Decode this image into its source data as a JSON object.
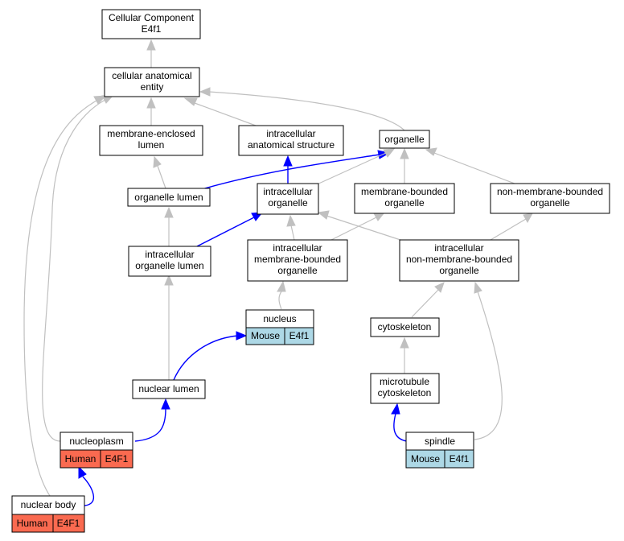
{
  "nodes": {
    "cc": [
      "Cellular Component",
      "E4f1"
    ],
    "cae": [
      "cellular anatomical",
      "entity"
    ],
    "mel": [
      "membrane-enclosed",
      "lumen"
    ],
    "ias": [
      "intracellular",
      "anatomical structure"
    ],
    "org": [
      "organelle"
    ],
    "orglumen": [
      "organelle lumen"
    ],
    "iorg": [
      "intracellular",
      "organelle"
    ],
    "mbo": [
      "membrane-bounded",
      "organelle"
    ],
    "nmbo": [
      "non-membrane-bounded",
      "organelle"
    ],
    "iol": [
      "intracellular",
      "organelle lumen"
    ],
    "imbo": [
      "intracellular",
      "membrane-bounded",
      "organelle"
    ],
    "inmbo": [
      "intracellular",
      "non-membrane-bounded",
      "organelle"
    ],
    "nucleus": [
      "nucleus"
    ],
    "cytoskeleton": [
      "cytoskeleton"
    ],
    "mtcyto": [
      "microtubule",
      "cytoskeleton"
    ],
    "nuclumen": [
      "nuclear lumen"
    ],
    "nucleoplasm": [
      "nucleoplasm"
    ],
    "spindle": [
      "spindle"
    ],
    "nucbody": [
      "nuclear body"
    ]
  },
  "annotations": {
    "nucleus": [
      "Mouse",
      "E4f1"
    ],
    "nucleoplasm": [
      "Human",
      "E4F1"
    ],
    "spindle": [
      "Mouse",
      "E4f1"
    ],
    "nucbody": [
      "Human",
      "E4F1"
    ]
  },
  "colors": {
    "mouse": "#add8e6",
    "human": "#fa6a50",
    "blue_edge": "#0000ff",
    "gray_edge": "#c0c0c0"
  }
}
